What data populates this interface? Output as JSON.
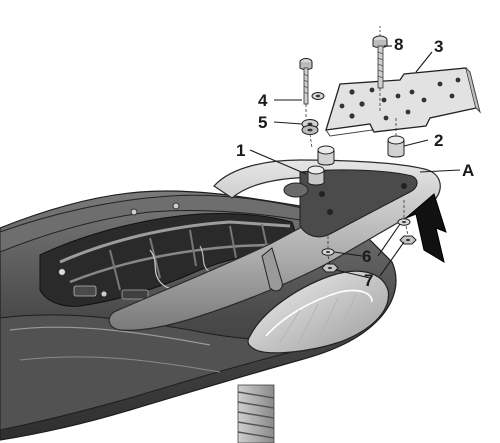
{
  "callouts": {
    "c1": "1",
    "c2": "2",
    "c3": "3",
    "c4": "4",
    "c5": "5",
    "c6": "6",
    "c7": "7",
    "c8": "8",
    "cA": "A"
  },
  "colors": {
    "body_dark": "#3a3a3a",
    "body_mid": "#5e5e5e",
    "body_light": "#8a8a8a",
    "rack_silver": "#b9b9b9",
    "plate_grey": "#d6d6d6",
    "arrow_black": "#111111",
    "label_ink": "#1a1a1a"
  }
}
